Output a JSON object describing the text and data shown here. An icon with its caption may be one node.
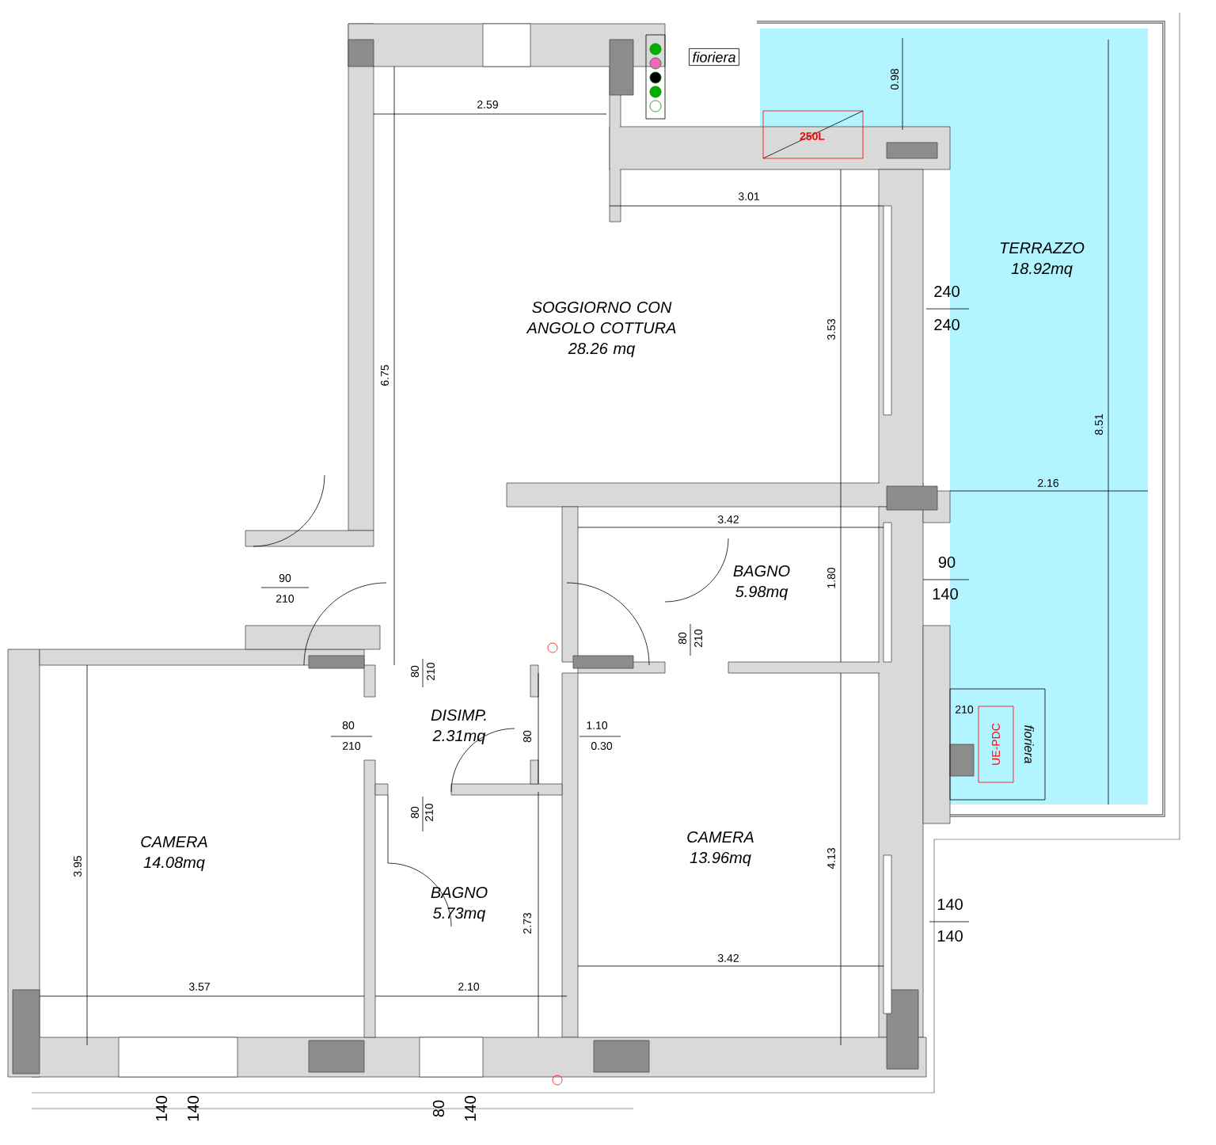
{
  "diagram": {
    "nodes": [
      {
        "text": [
          "fioriera"
        ]
      },
      {
        "text": [
          "250L"
        ]
      },
      {
        "text": [
          "SOGGIORNO CON ANGOLO COTTURA",
          "28.26 mq"
        ]
      },
      {
        "text": [
          "TERRAZZO",
          "18.92mq"
        ]
      },
      {
        "text": [
          "BAGNO",
          "5.98mq"
        ]
      },
      {
        "text": [
          "DISIMP.",
          "2.31mq"
        ]
      },
      {
        "text": [
          "UE-PDC"
        ]
      },
      {
        "text": [
          "fioriera"
        ]
      },
      {
        "text": [
          "CAMERA",
          "14.08mq"
        ]
      },
      {
        "text": [
          "CAMERA",
          "13.96mq"
        ]
      },
      {
        "text": [
          "BAGNO",
          "5.73mq"
        ]
      }
    ],
    "labels": [
      "0.98",
      "2.59",
      "3.01",
      "240",
      "240",
      "6.75",
      "3.53",
      "8.51",
      "2.16",
      "3.42",
      "90",
      "140",
      "90",
      "210",
      "1.80",
      "80",
      "210",
      "80",
      "210",
      "80",
      "210",
      "1.10",
      "0.30",
      "80",
      "210",
      "80",
      "210",
      "3.95",
      "2.73",
      "4.13",
      "140",
      "140",
      "3.57",
      "2.10",
      "3.42",
      "140",
      "140",
      "80",
      "140"
    ]
  }
}
